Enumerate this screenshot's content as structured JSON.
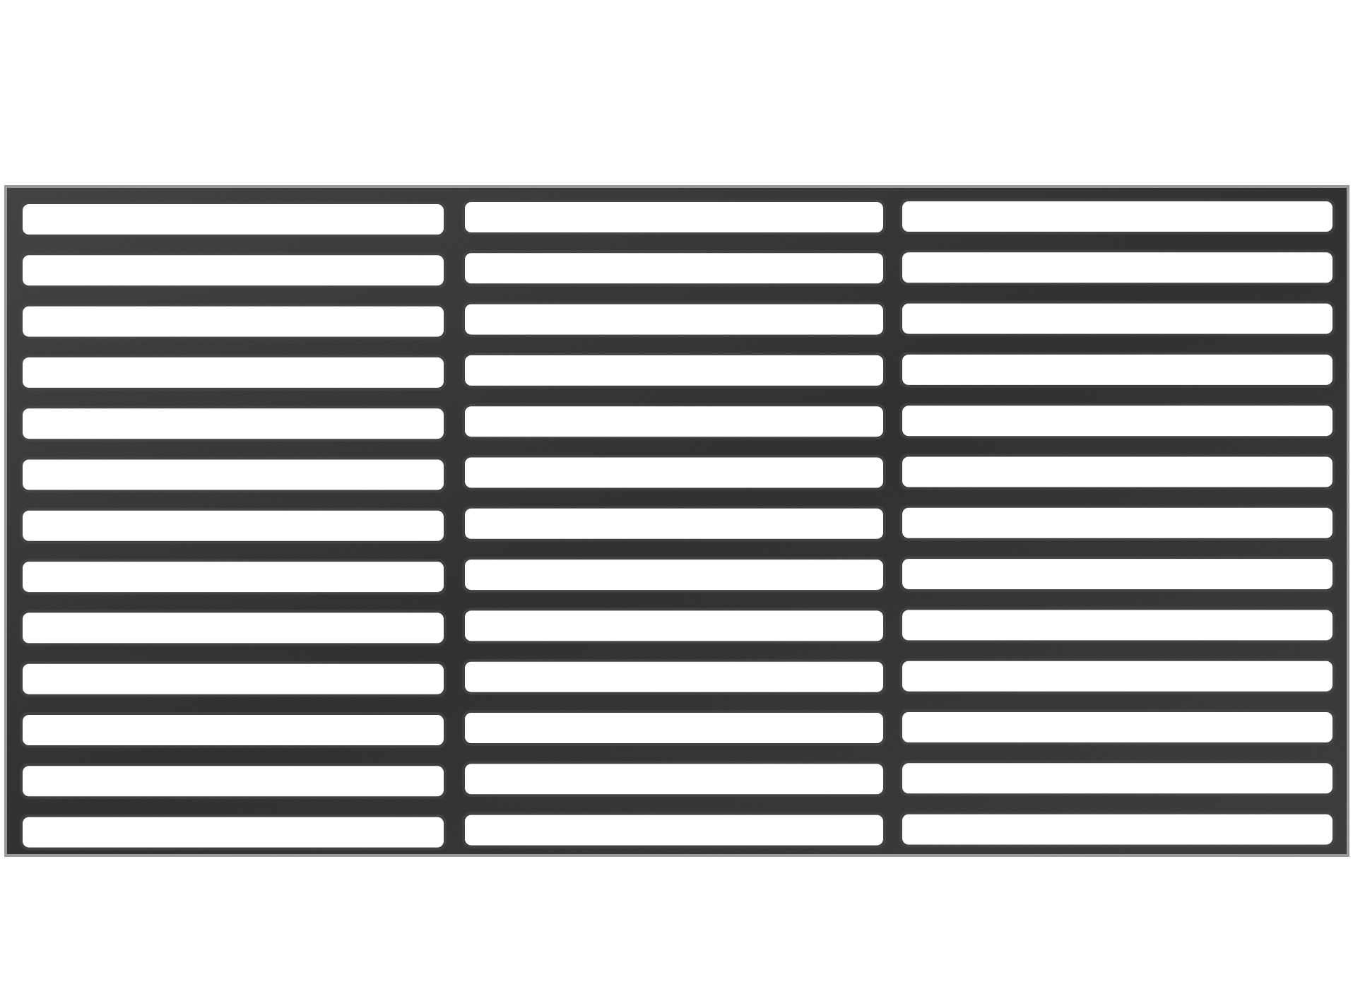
{
  "image": {
    "subject": "cast-iron-grill-grate",
    "background_color": "#ffffff",
    "frame_color": "#2b2b2b",
    "frame_highlight": "#4a4a4a",
    "frame_edge": "#9a9a9a",
    "slot_color": "#ffffff"
  },
  "grate": {
    "columns": 3,
    "rows": 13
  }
}
